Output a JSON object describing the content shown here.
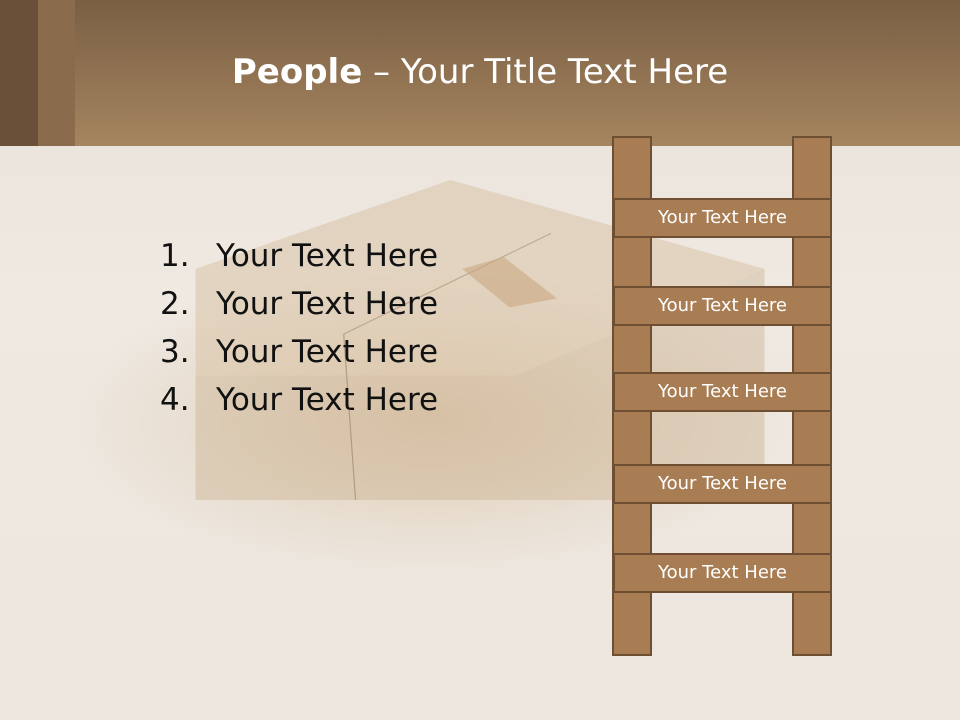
{
  "title": {
    "bold": "People",
    "rest": " – Your Title Text Here"
  },
  "list": [
    {
      "num": "1.",
      "text": "Your Text Here"
    },
    {
      "num": "2.",
      "text": "Your Text Here"
    },
    {
      "num": "3.",
      "text": "Your Text Here"
    },
    {
      "num": "4.",
      "text": "Your Text Here"
    }
  ],
  "ladder": {
    "rungs": [
      "Your Text Here",
      "Your Text Here",
      "Your Text Here",
      "Your Text Here",
      "Your Text Here"
    ]
  },
  "colors": {
    "header": "#a5855f",
    "ladder_wood": "#a97d54",
    "ladder_outline": "#6e4f33"
  }
}
